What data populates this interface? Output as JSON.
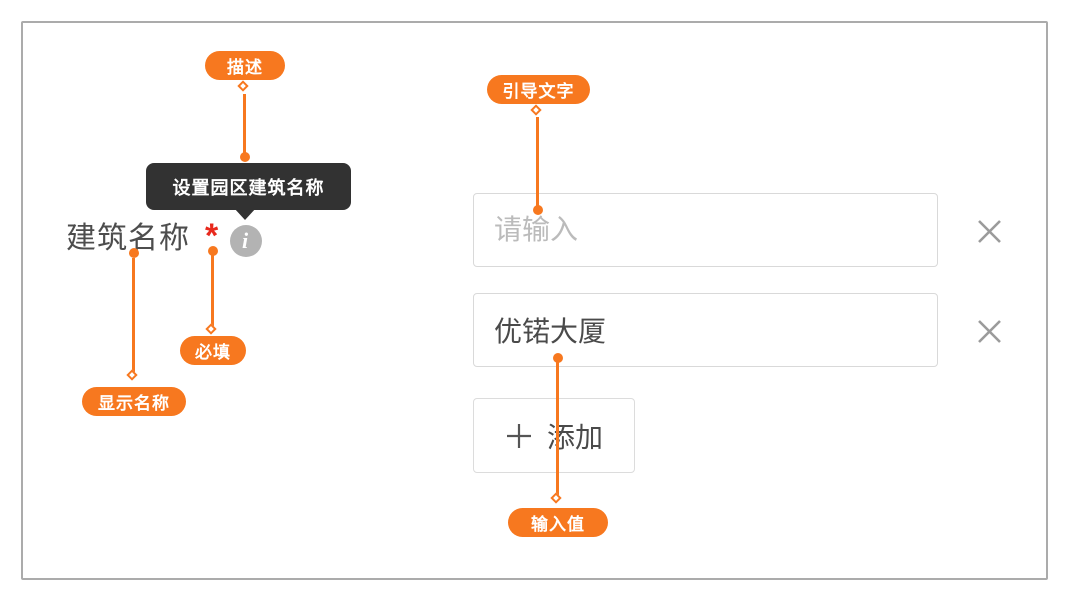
{
  "form": {
    "field_label": "建筑名称",
    "required_marker": "*",
    "info_glyph": "i",
    "tooltip_text": "设置园区建筑名称",
    "inputs": [
      {
        "placeholder": "请输入",
        "value": ""
      },
      {
        "placeholder": "",
        "value": "优锘大厦"
      }
    ],
    "add_button": {
      "label": "添加"
    }
  },
  "annotations": {
    "badges": [
      {
        "id": "description",
        "label": "描述"
      },
      {
        "id": "required",
        "label": "必填"
      },
      {
        "id": "display-name",
        "label": "显示名称"
      },
      {
        "id": "guide-text",
        "label": "引导文字"
      },
      {
        "id": "input-value",
        "label": "输入值"
      }
    ]
  },
  "icons": {
    "info": "info-icon",
    "clear": "close-icon",
    "plus": "plus-icon"
  },
  "colors": {
    "accent_orange": "#F7781F",
    "tooltip_bg": "#323232",
    "required_red": "#E8291D",
    "text_dark": "#4A4A4A",
    "icon_gray": "#9B9B9B",
    "placeholder_gray": "#BBBBBB",
    "border_gray": "#D9D9D9",
    "frame_gray": "#ABABAB",
    "info_icon_bg": "#B3B3B3"
  }
}
